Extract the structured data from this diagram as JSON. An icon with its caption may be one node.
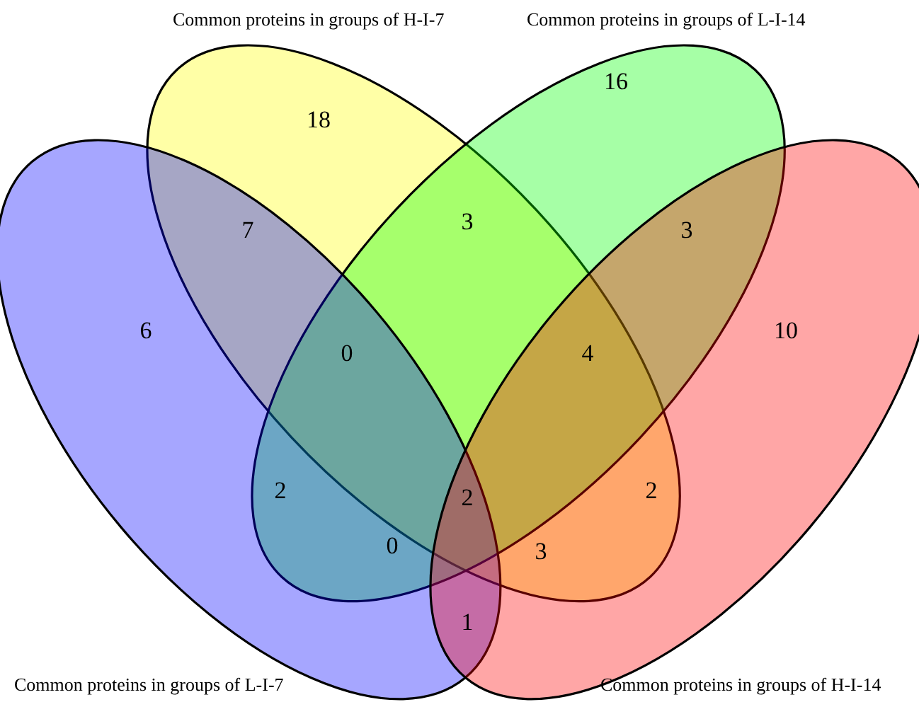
{
  "diagram": {
    "nodes": [
      {
        "text": [
          "Common proteins in groups of H-I-7"
        ]
      },
      {
        "text": [
          "Common proteins in groups of L-I-14"
        ]
      },
      {
        "text": [
          "Common proteins in groups of L-I-7"
        ]
      },
      {
        "text": [
          "Common proteins in groups of H-I-14"
        ]
      }
    ],
    "labels": [
      "18",
      "16",
      "3",
      "7",
      "3",
      "6",
      "0",
      "4",
      "10",
      "2",
      "2",
      "2",
      "0",
      "3",
      "1"
    ]
  }
}
